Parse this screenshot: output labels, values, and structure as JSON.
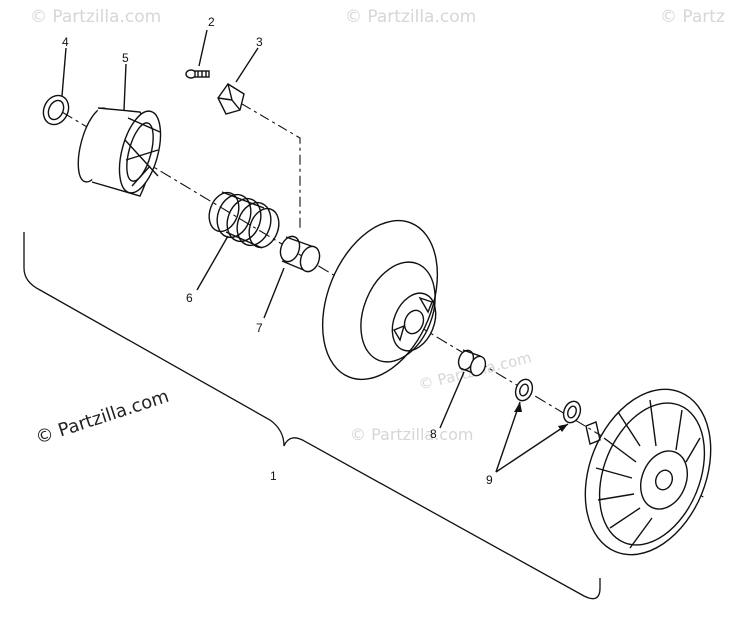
{
  "watermarks": {
    "top_left": "© Partzilla.com",
    "top_center": "© Partzilla.com",
    "top_right": "© Partz",
    "middle": "© Partzilla.com",
    "center": "© Partzilla.com",
    "main": "© Partzilla.com"
  },
  "callouts": {
    "c1": "1",
    "c2": "2",
    "c3": "3",
    "c4": "4",
    "c5": "5",
    "c6": "6",
    "c7": "7",
    "c8": "8",
    "c9": "9"
  }
}
